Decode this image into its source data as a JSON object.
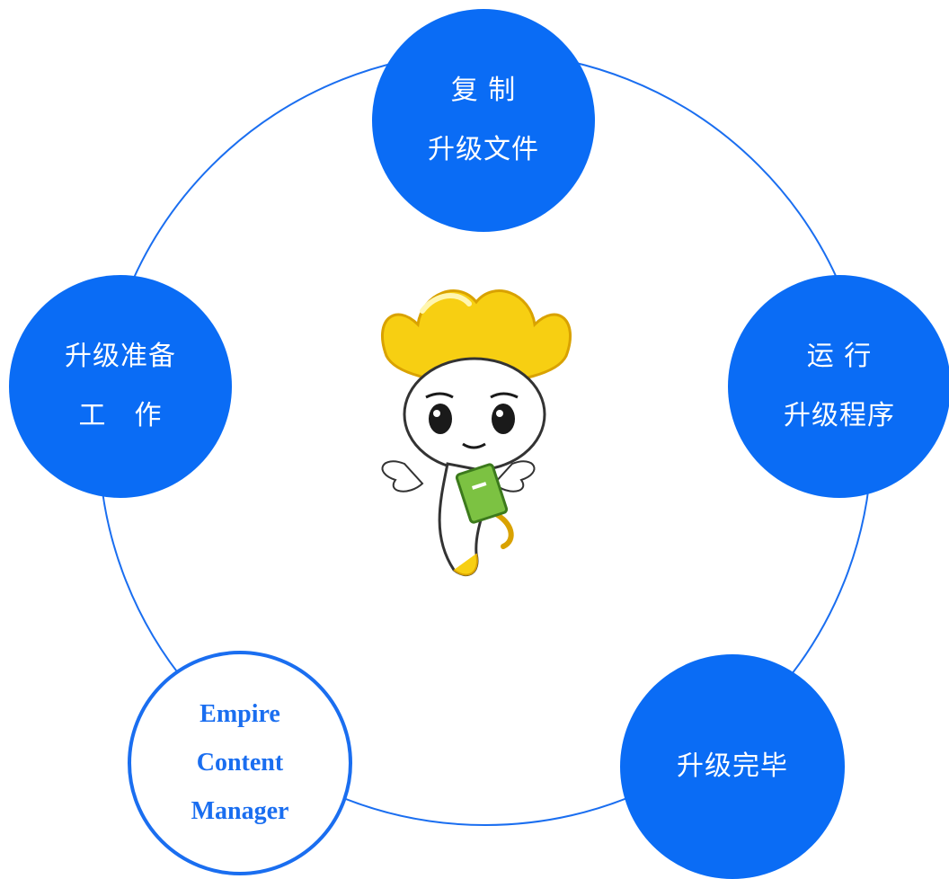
{
  "colors": {
    "accent": "#0a6cf5",
    "ring": "#1a6ef0",
    "background": "#ffffff"
  },
  "diagram": {
    "nodes": [
      {
        "id": "copy",
        "lines": [
          "复 制",
          "升级文件"
        ]
      },
      {
        "id": "run",
        "lines": [
          "运 行",
          "升级程序"
        ]
      },
      {
        "id": "done",
        "lines": [
          "升级完毕"
        ]
      },
      {
        "id": "brand",
        "lines": [
          "Empire",
          "Content",
          "Manager"
        ]
      },
      {
        "id": "prep",
        "lines": [
          "升级准备",
          "工　作"
        ]
      }
    ],
    "center_image": "mascot-illustration"
  }
}
